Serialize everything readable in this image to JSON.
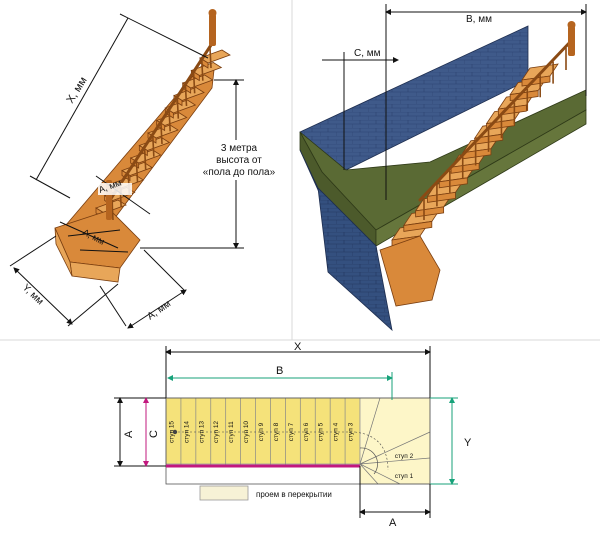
{
  "diagram": {
    "stair_left": {
      "label_x": "X, мм",
      "label_height_lines": [
        "3 метра",
        "высота от",
        "«пола до пола»"
      ],
      "label_a_top": "А, мм",
      "label_a_mid": "А, мм",
      "label_y": "Y, мм",
      "label_a_bottom": "А, мм"
    },
    "stair_right": {
      "label_b": "B, мм",
      "label_c": "C, мм"
    },
    "plan": {
      "label_x": "X",
      "label_b": "B",
      "label_a_left": "A",
      "label_c": "C",
      "label_y": "Y",
      "label_a_bottom": "A",
      "steps": [
        "ступ 15",
        "ступ 14",
        "ступ 13",
        "ступ 12",
        "ступ 11",
        "ступ 10",
        "ступ 9",
        "ступ 8",
        "ступ 7",
        "ступ 6",
        "ступ 5",
        "ступ 4",
        "ступ 3",
        "ступ 2",
        "ступ 1"
      ],
      "legend": "проем в перекрытии",
      "colors": {
        "opening": "#f5e27a",
        "edge": "#c2187e",
        "dim": "#17a27a"
      }
    }
  }
}
